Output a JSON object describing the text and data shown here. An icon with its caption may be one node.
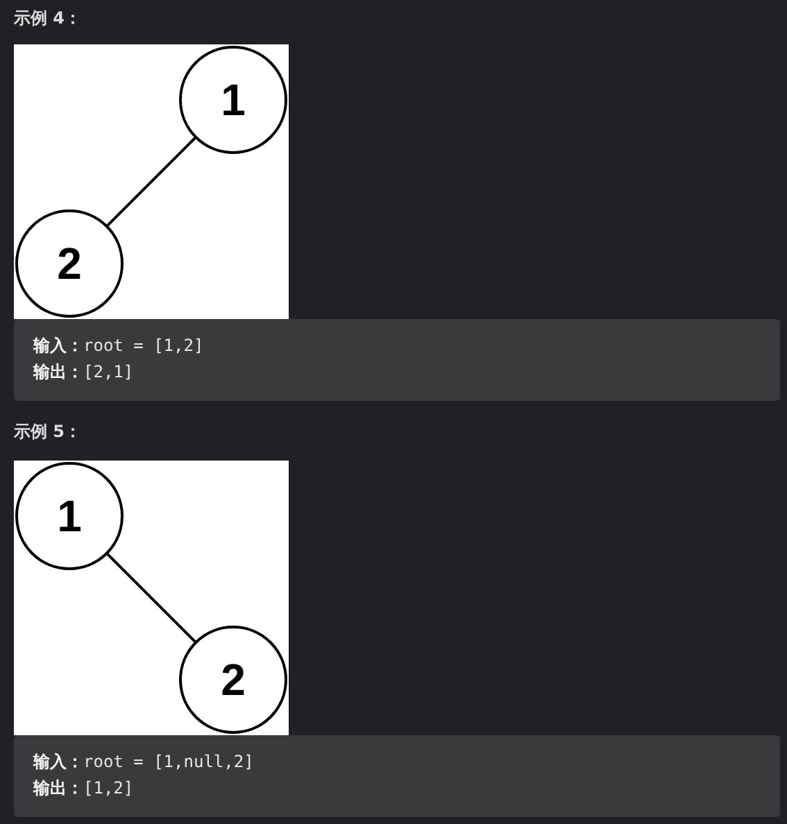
{
  "diagram": {
    "nodes": [
      {
        "text": [
          "1"
        ]
      },
      {
        "text": [
          "2"
        ]
      },
      {
        "text": [
          "**输入：**root = [1,2]",
          "**输出：**[2,1]"
        ]
      },
      {
        "text": [
          "1"
        ]
      },
      {
        "text": [
          "2"
        ]
      },
      {
        "text": [
          "**输入：**root = [1,null,2]",
          "**输出：**[1,2]"
        ]
      }
    ],
    "edges": [
      {
        "from": 0,
        "to": 1,
        "arrow": "none"
      },
      {
        "from": 3,
        "to": 4,
        "arrow": "none"
      }
    ],
    "labels": [
      "示例 4：",
      "示例 5："
    ]
  }
}
